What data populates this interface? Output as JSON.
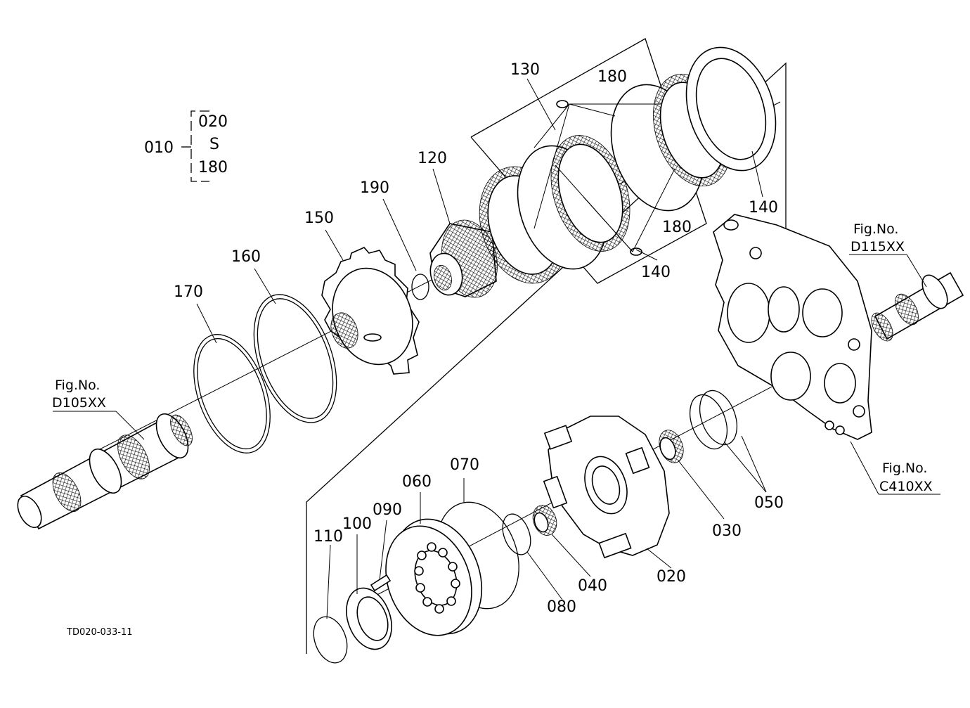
{
  "diagram": {
    "drawing_code": "TD020-033-11",
    "assembly": {
      "number": "010",
      "range_start": "020",
      "range_separator": "S",
      "range_end": "180"
    },
    "references": [
      {
        "fig": "Fig.No.",
        "code": "D105XX"
      },
      {
        "fig": "Fig.No.",
        "code": "D115XX"
      },
      {
        "fig": "Fig.No.",
        "code": "C410XX"
      }
    ],
    "callouts": [
      {
        "id": "020"
      },
      {
        "id": "030"
      },
      {
        "id": "040"
      },
      {
        "id": "050"
      },
      {
        "id": "060"
      },
      {
        "id": "070"
      },
      {
        "id": "080"
      },
      {
        "id": "090"
      },
      {
        "id": "100"
      },
      {
        "id": "110"
      },
      {
        "id": "120"
      },
      {
        "id": "130"
      },
      {
        "id": "140"
      },
      {
        "id": "140"
      },
      {
        "id": "150"
      },
      {
        "id": "160"
      },
      {
        "id": "170"
      },
      {
        "id": "180"
      },
      {
        "id": "180"
      },
      {
        "id": "190"
      }
    ]
  }
}
